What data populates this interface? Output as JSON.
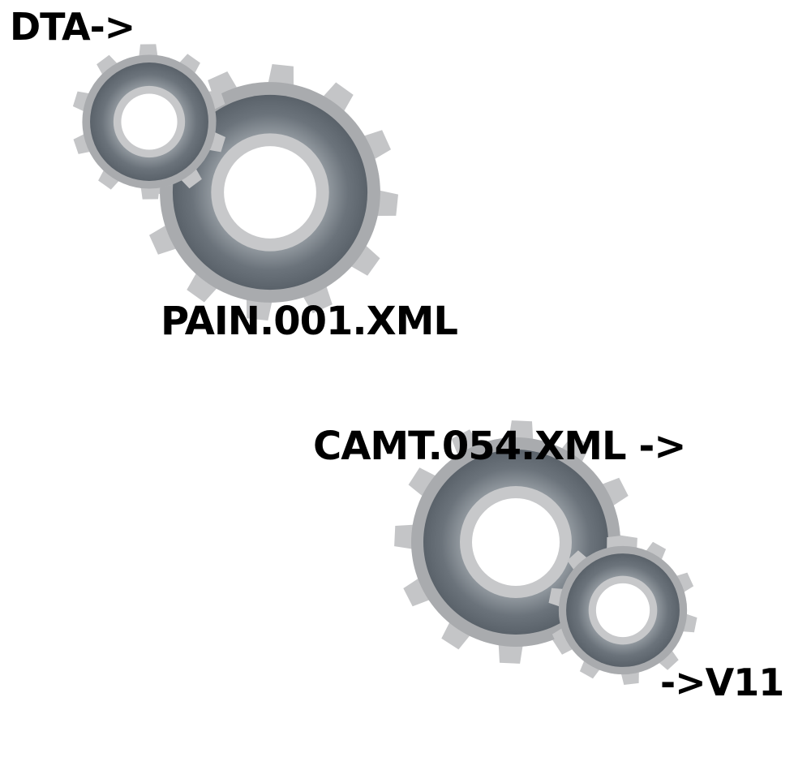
{
  "labels": {
    "dta": "DTA->",
    "pain": "PAIN.001.XML",
    "camt": "CAMT.054.XML ->",
    "v11": "->V11"
  },
  "colors": {
    "tooth": "#c4c5c7",
    "rim": "#a9abae",
    "ring_dark": "#606870",
    "ring_light": "#9aa1a7",
    "hub": "#c7c8ca",
    "hole": "#ffffff"
  },
  "icons": {
    "gear_pair_top": "gear-icon",
    "gear_pair_bottom": "gear-icon"
  }
}
